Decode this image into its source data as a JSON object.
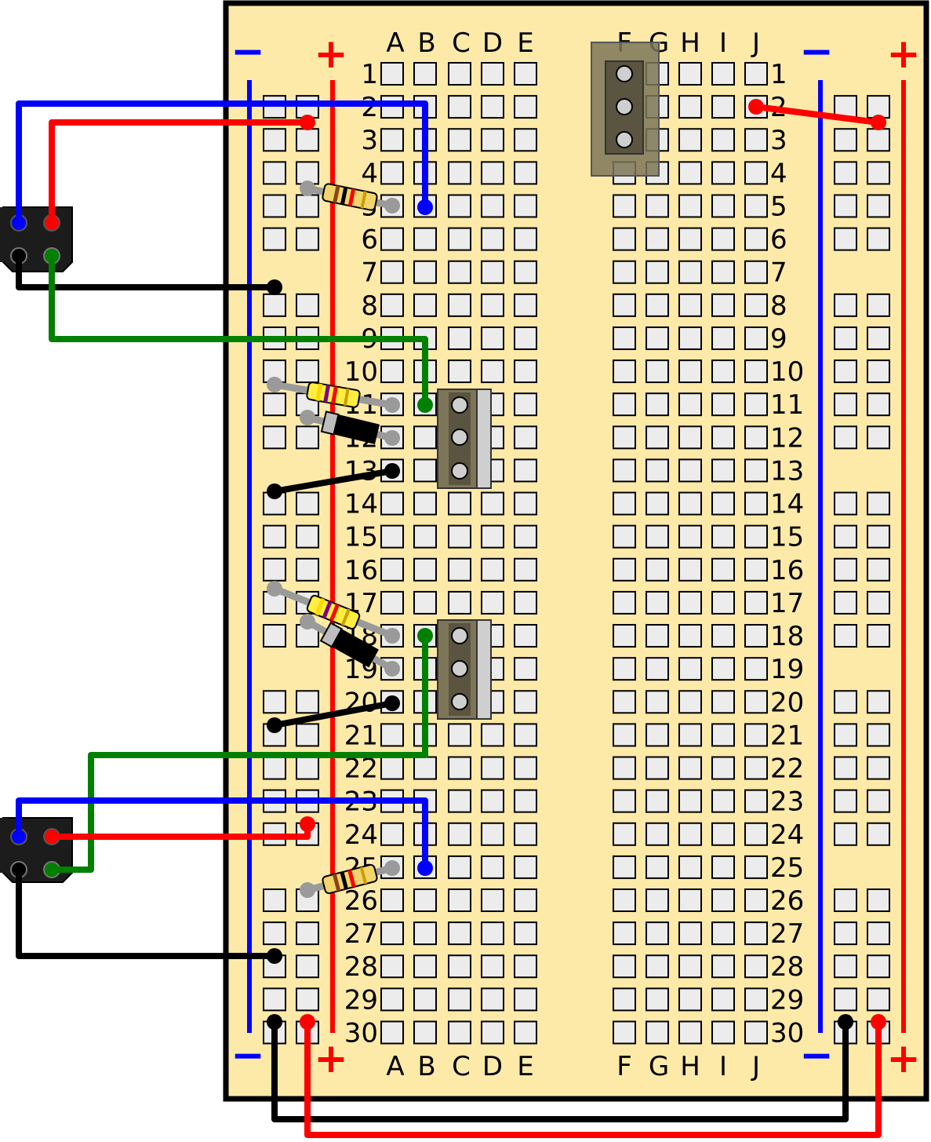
{
  "columns": {
    "left": [
      "A",
      "B",
      "C",
      "D",
      "E"
    ],
    "right": [
      "F",
      "G",
      "H",
      "I",
      "J"
    ]
  },
  "row_count": 30,
  "rail_signs": {
    "minus": "−",
    "plus": "+"
  },
  "colors": {
    "board": "#fdeaa9",
    "hole": "#ececec",
    "wire_blue": "#0000ff",
    "wire_red": "#ff0000",
    "wire_green": "#008000",
    "wire_black": "#000000",
    "component_tan": "#7d7558"
  },
  "components": [
    {
      "type": "connector-3pin",
      "count": 3
    },
    {
      "type": "connector-4pin",
      "count": 2
    },
    {
      "type": "resistor",
      "count": 4
    },
    {
      "type": "diode",
      "count": 2
    }
  ],
  "icons": {
    "resistor": "resistor-icon",
    "diode": "diode-icon",
    "connector": "header-connector-icon"
  }
}
